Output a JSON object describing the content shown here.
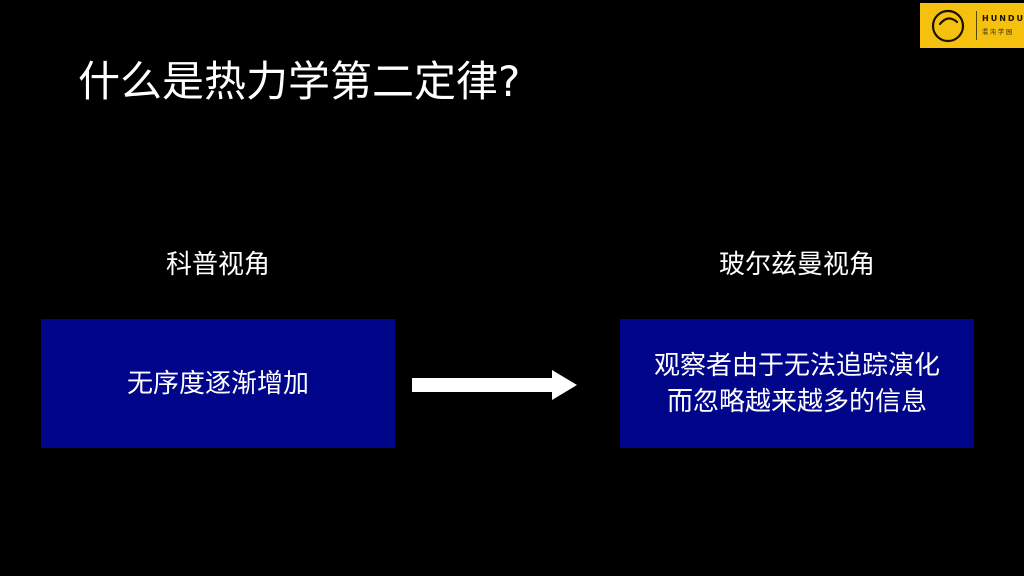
{
  "slide": {
    "title": "什么是热力学第二定律?"
  },
  "logo": {
    "text_en": "HUNDUN",
    "text_cn": "混沌学园",
    "icon": "hundun-circle-logo-icon",
    "bg_color": "#f5c00e"
  },
  "left_column": {
    "label": "科普视角",
    "box_text": "无序度逐渐增加"
  },
  "right_column": {
    "label": "玻尔兹曼视角",
    "box_line1": "观察者由于无法追踪演化",
    "box_line2": "而忽略越来越多的信息"
  },
  "arrow": {
    "icon": "right-arrow-icon"
  },
  "colors": {
    "background": "#000000",
    "box": "#01058a",
    "text": "#ffffff"
  }
}
